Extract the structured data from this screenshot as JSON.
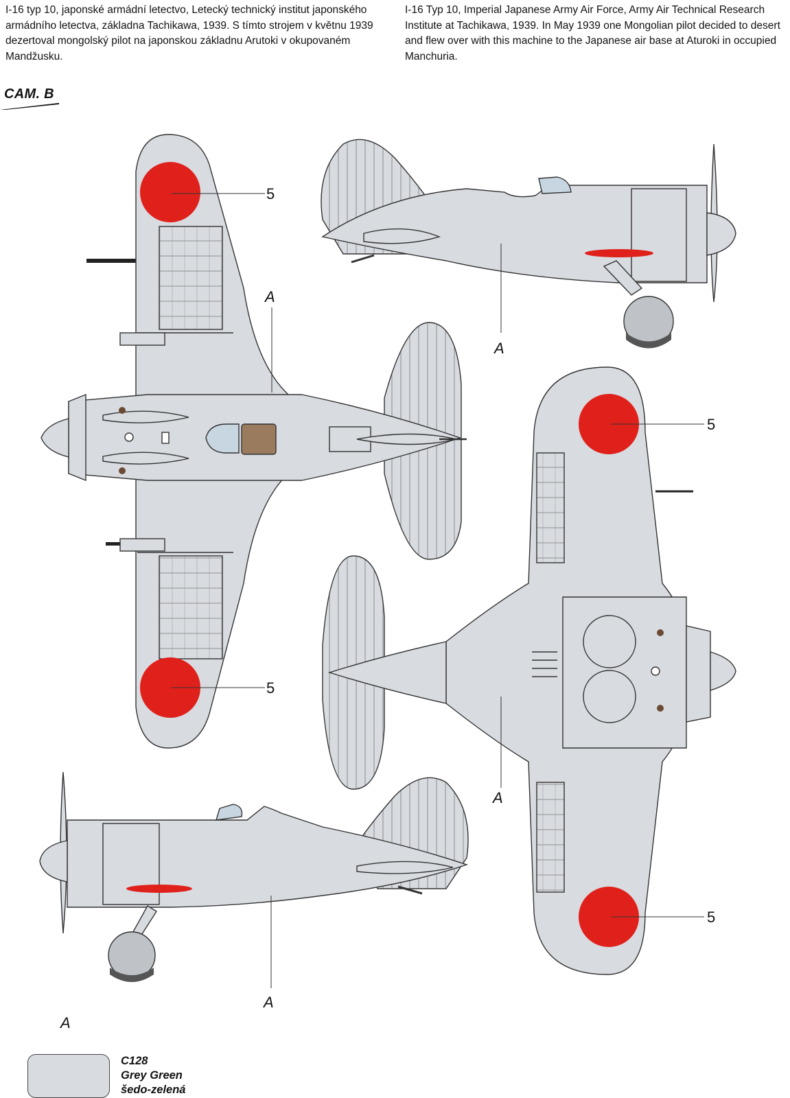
{
  "caption_cz": "I-16 typ 10, japonské armádní letectvo, Letecký technický institut japonského armádního letectva, základna Tachikawa, 1939. S tímto strojem v květnu 1939 dezertoval mongolský pilot na japonskou základnu Arutoki v okupovaném Mandžusku.",
  "caption_en": "I-16 Typ 10, Imperial Japanese Army Air Force, Army Air Technical Research Institute at Tachikawa, 1939. In May 1939 one Mongolian pilot decided to desert and flew over with this machine to the Japanese air base at Aturoki in occupied Manchuria.",
  "camouflage_title": "CAM. B",
  "callouts": {
    "marking_number": "5",
    "color_letter": "A"
  },
  "legend": {
    "letter": "A",
    "code": "C128",
    "name_en": "Grey Green",
    "name_cz": "šedo-zelená",
    "swatch_color": "#d8dbe0"
  },
  "colors": {
    "airframe": "#d8dbe0",
    "hinomaru": "#e0211b",
    "canopy": "#c8d6e2",
    "seat": "#9b7b5e"
  }
}
